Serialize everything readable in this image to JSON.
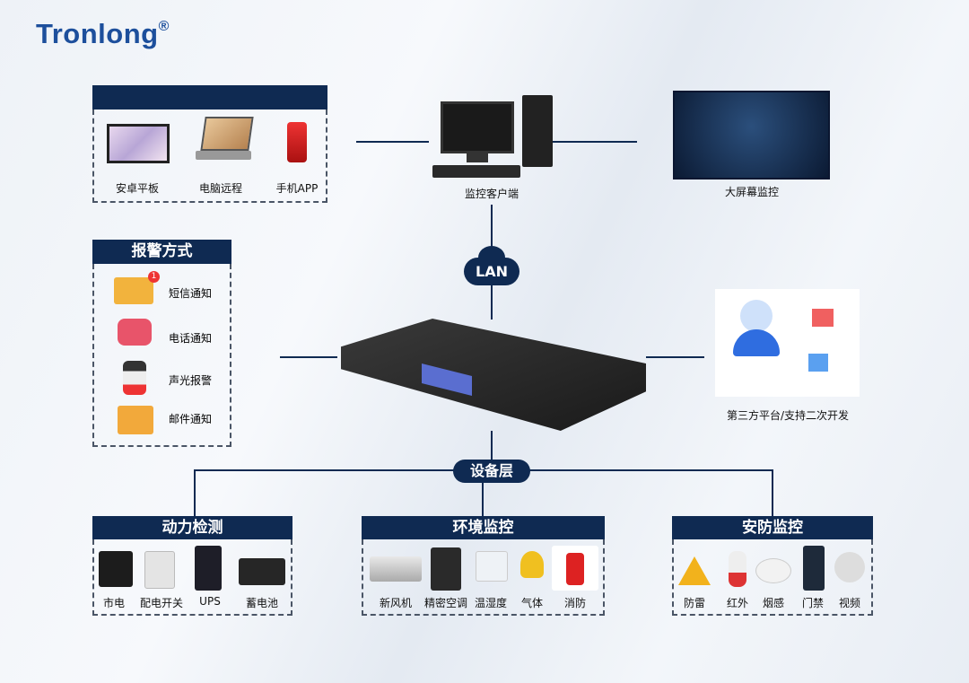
{
  "logo": "Tronlong®",
  "remote": {
    "title": "",
    "items": [
      "安卓平板",
      "电脑远程",
      "手机APP"
    ]
  },
  "client_label": "监控客户端",
  "bigscreen_label": "大屏幕监控",
  "lan_label": "LAN",
  "alarm": {
    "title": "报警方式",
    "items": [
      "短信通知",
      "电话通知",
      "声光报警",
      "邮件通知"
    ],
    "badge": "1"
  },
  "thirdparty_label": "第三方平台/支持二次开发",
  "device_layer_label": "设备层",
  "power": {
    "title": "动力检测",
    "items": [
      "市电",
      "配电开关",
      "UPS",
      "蓄电池"
    ]
  },
  "env": {
    "title": "环境监控",
    "items": [
      "新风机",
      "精密空调",
      "温湿度",
      "气体",
      "消防"
    ]
  },
  "security": {
    "title": "安防监控",
    "items": [
      "防雷",
      "红外",
      "烟感",
      "门禁",
      "视频"
    ]
  }
}
